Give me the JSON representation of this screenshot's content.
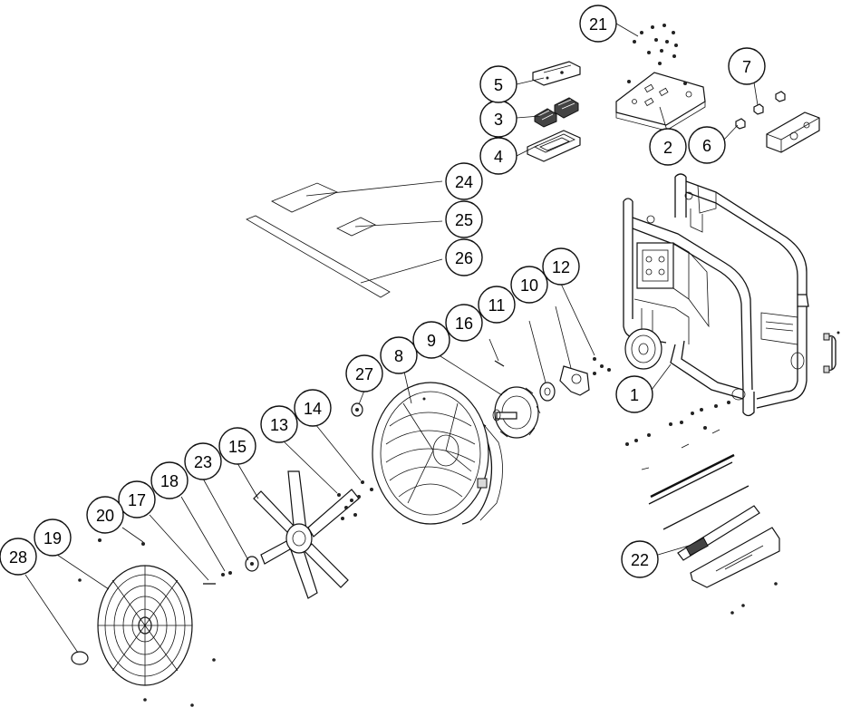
{
  "diagram": {
    "type": "exploded-parts-diagram",
    "callouts": [
      {
        "id": "1",
        "label": "1"
      },
      {
        "id": "2",
        "label": "2"
      },
      {
        "id": "3",
        "label": "3"
      },
      {
        "id": "4",
        "label": "4"
      },
      {
        "id": "5",
        "label": "5"
      },
      {
        "id": "6",
        "label": "6"
      },
      {
        "id": "7",
        "label": "7"
      },
      {
        "id": "8",
        "label": "8"
      },
      {
        "id": "9",
        "label": "9"
      },
      {
        "id": "10",
        "label": "10"
      },
      {
        "id": "11",
        "label": "11"
      },
      {
        "id": "12",
        "label": "12"
      },
      {
        "id": "13",
        "label": "13"
      },
      {
        "id": "14",
        "label": "14"
      },
      {
        "id": "15",
        "label": "15"
      },
      {
        "id": "16",
        "label": "16"
      },
      {
        "id": "17",
        "label": "17"
      },
      {
        "id": "18",
        "label": "18"
      },
      {
        "id": "19",
        "label": "19"
      },
      {
        "id": "20",
        "label": "20"
      },
      {
        "id": "21",
        "label": "21"
      },
      {
        "id": "22",
        "label": "22"
      },
      {
        "id": "23",
        "label": "23"
      },
      {
        "id": "24",
        "label": "24"
      },
      {
        "id": "25",
        "label": "25"
      },
      {
        "id": "26",
        "label": "26"
      },
      {
        "id": "27",
        "label": "27"
      },
      {
        "id": "28",
        "label": "28"
      }
    ]
  }
}
